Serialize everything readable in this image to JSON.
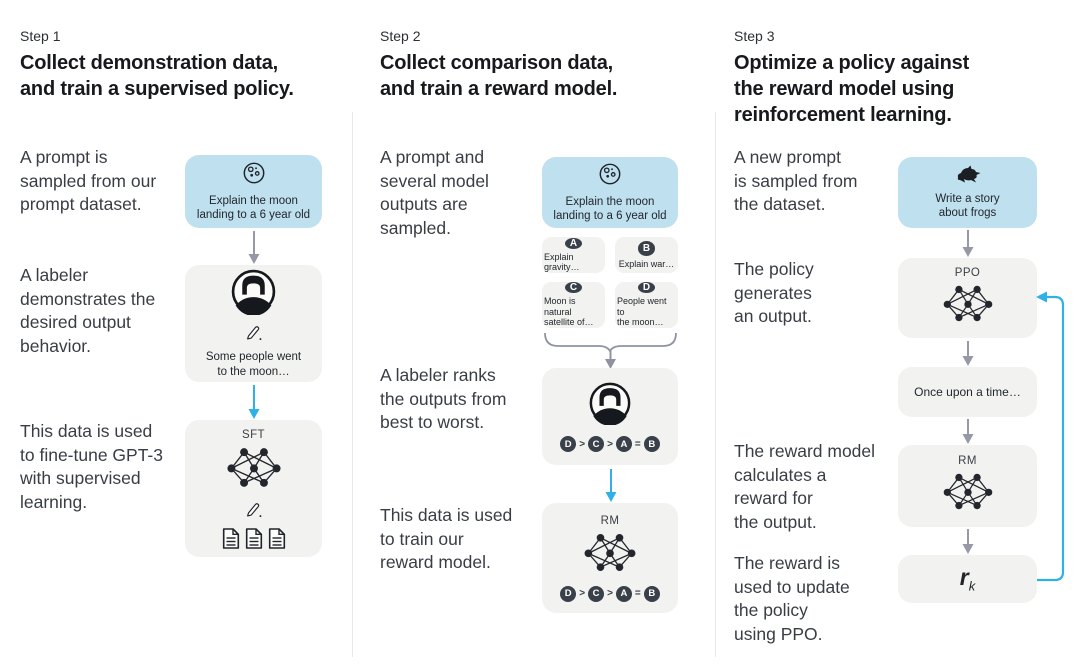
{
  "colors": {
    "prompt_box_bg": "#bfe0ef",
    "model_box_bg": "#f2f2f0",
    "arrow_gray": "#9698a6",
    "arrow_cyan": "#2fb1e8",
    "badge_bg": "#3a4049",
    "title_text": "#17191d",
    "body_text": "#393d44"
  },
  "columns": [
    {
      "step": "Step 1",
      "title": "Collect demonstration data,\nand train a supervised policy.",
      "captions": [
        "A prompt is\nsampled from our\nprompt dataset.",
        "A labeler\ndemonstrates the\ndesired output\nbehavior.",
        "This data is used\nto fine-tune GPT-3\nwith supervised\nlearning."
      ],
      "prompt_box": {
        "icon": "moon-icon",
        "text": "Explain the moon\nlanding to a 6 year old"
      },
      "labeler_box": {
        "icon": "labeler-avatar-icon",
        "text": "Some people went\nto the moon…"
      },
      "model_box": {
        "label": "SFT",
        "icon": "neural-network-icon"
      }
    },
    {
      "step": "Step 2",
      "title": "Collect comparison data,\nand train a reward model.",
      "captions": [
        "A prompt and\nseveral model\noutputs are\nsampled.",
        "A labeler ranks\nthe outputs from\nbest to worst.",
        "This data is used\nto train our\nreward model."
      ],
      "prompt_box": {
        "icon": "moon-icon",
        "text": "Explain the moon\nlanding to a 6 year old"
      },
      "options": [
        {
          "label": "A",
          "text": "Explain gravity…"
        },
        {
          "label": "B",
          "text": "Explain war…"
        },
        {
          "label": "C",
          "text": "Moon is natural\nsatellite of…"
        },
        {
          "label": "D",
          "text": "People went to\nthe moon…"
        }
      ],
      "ranking": [
        "D",
        ">",
        "C",
        ">",
        "A",
        "=",
        "B"
      ],
      "model_box": {
        "label": "RM",
        "icon": "neural-network-icon"
      }
    },
    {
      "step": "Step 3",
      "title": "Optimize a policy against\nthe reward model using\nreinforcement learning.",
      "captions": [
        "A new prompt\nis sampled from\nthe dataset.",
        "The policy\ngenerates\nan output.",
        "The reward model\ncalculates a\nreward for\nthe output.",
        "The reward is\nused to update\nthe policy\nusing PPO."
      ],
      "prompt_box": {
        "icon": "frog-icon",
        "text": "Write a story\nabout frogs"
      },
      "ppo_box": {
        "label": "PPO",
        "icon": "neural-network-icon"
      },
      "output_box": {
        "text": "Once upon a time…"
      },
      "rm_box": {
        "label": "RM",
        "icon": "neural-network-icon"
      },
      "reward_box": {
        "base": "r",
        "sub": "k"
      }
    }
  ]
}
